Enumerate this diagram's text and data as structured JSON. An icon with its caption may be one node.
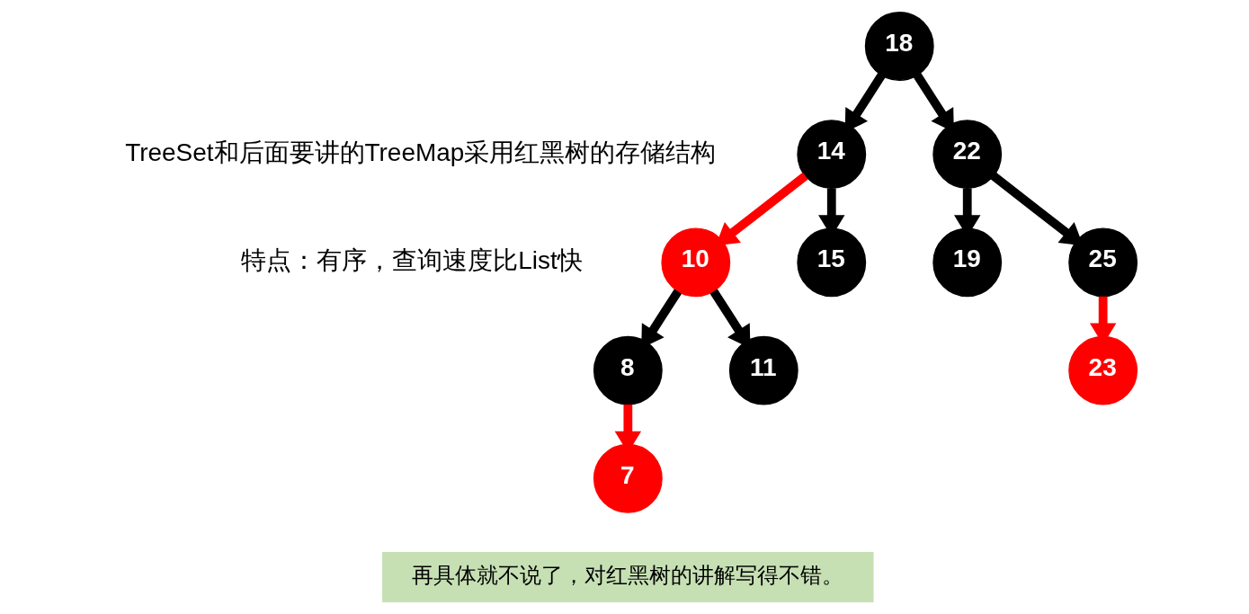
{
  "diagram": {
    "nodes": [
      {
        "text": [
          "18"
        ]
      },
      {
        "text": [
          "14"
        ]
      },
      {
        "text": [
          "22"
        ]
      },
      {
        "text": [
          "10"
        ]
      },
      {
        "text": [
          "15"
        ]
      },
      {
        "text": [
          "19"
        ]
      },
      {
        "text": [
          "25"
        ]
      },
      {
        "text": [
          "8"
        ]
      },
      {
        "text": [
          "11"
        ]
      },
      {
        "text": [
          "23"
        ]
      },
      {
        "text": [
          "7"
        ]
      },
      {
        "text": [
          "再具体就不说了，对红黑树的讲解写得不错。"
        ]
      }
    ],
    "edges": [
      {
        "from": 0,
        "to": 1,
        "arrow": "to"
      },
      {
        "from": 0,
        "to": 2,
        "arrow": "to"
      },
      {
        "from": 1,
        "to": 3,
        "arrow": "to",
        "color": "#ff0000"
      },
      {
        "from": 1,
        "to": 4,
        "arrow": "to"
      },
      {
        "from": 2,
        "to": 5,
        "arrow": "to"
      },
      {
        "from": 2,
        "to": 6,
        "arrow": "to"
      },
      {
        "from": 3,
        "to": 7,
        "arrow": "to"
      },
      {
        "from": 3,
        "to": 8,
        "arrow": "to"
      },
      {
        "from": 6,
        "to": 9,
        "arrow": "to",
        "color": "#ff0000"
      },
      {
        "from": 7,
        "to": 10,
        "arrow": "to",
        "color": "#ff0000"
      }
    ],
    "labels": [
      "TreeSet和后面要讲的TreeMap采用红黑树的存储结构",
      "特点：有序，查询速度比List快"
    ]
  }
}
